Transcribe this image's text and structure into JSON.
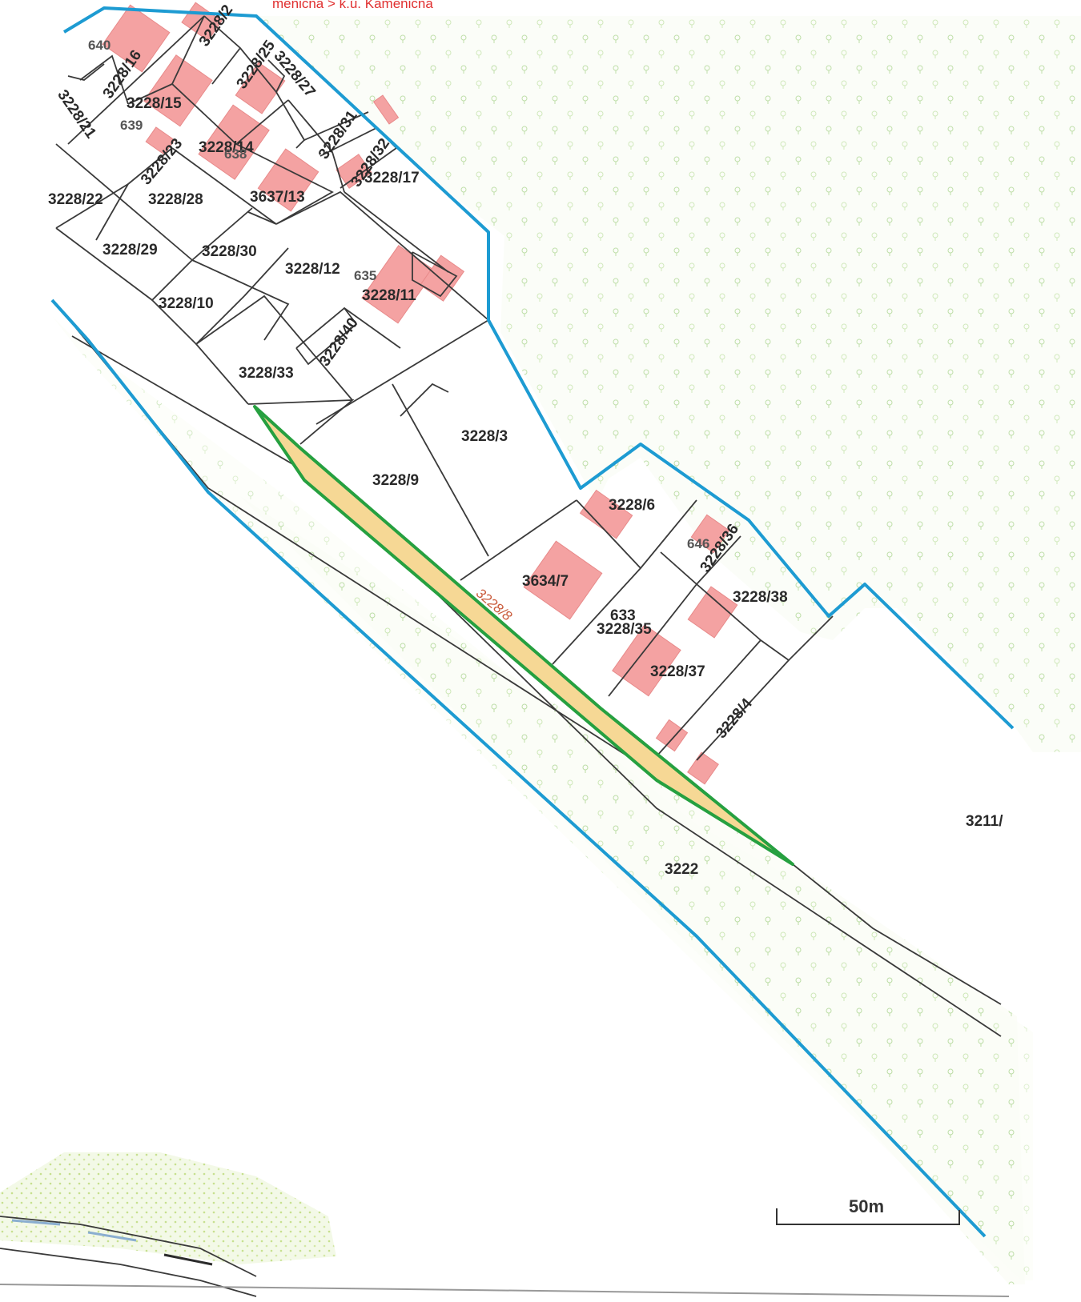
{
  "header": {
    "text": "menicna > k.ú. Kamenicna"
  },
  "parcels": [
    {
      "id": "p-3228-2",
      "label": "3228/2",
      "rot": -55
    },
    {
      "id": "p-640",
      "label": "640",
      "rot": 0
    },
    {
      "id": "p-3228-16",
      "label": "3228/16",
      "rot": -55
    },
    {
      "id": "p-3228-25",
      "label": "3228/25",
      "rot": -55
    },
    {
      "id": "p-3228-27",
      "label": "3228/27",
      "rot": 50
    },
    {
      "id": "p-3228-21",
      "label": "3228/21",
      "rot": 55
    },
    {
      "id": "p-3228-15",
      "label": "3228/15",
      "rot": 0
    },
    {
      "id": "p-639",
      "label": "639",
      "rot": 0
    },
    {
      "id": "p-3228-23",
      "label": "3228/23",
      "rot": -50
    },
    {
      "id": "p-3228-31",
      "label": "3228/31",
      "rot": -55
    },
    {
      "id": "p-3228-32",
      "label": "3228/32",
      "rot": -55
    },
    {
      "id": "p-3228-14",
      "label": "3228/14",
      "rot": 0
    },
    {
      "id": "p-638",
      "label": "638",
      "rot": 0
    },
    {
      "id": "p-3228-17",
      "label": "3228/17",
      "rot": 0
    },
    {
      "id": "p-3228-22",
      "label": "3228/22",
      "rot": 0
    },
    {
      "id": "p-3228-28",
      "label": "3228/28",
      "rot": 0
    },
    {
      "id": "p-3637-13",
      "label": "3637/13",
      "rot": 0
    },
    {
      "id": "p-3228-29",
      "label": "3228/29",
      "rot": 0
    },
    {
      "id": "p-3228-30",
      "label": "3228/30",
      "rot": 0
    },
    {
      "id": "p-3228-12",
      "label": "3228/12",
      "rot": 0
    },
    {
      "id": "p-635",
      "label": "635",
      "rot": 0
    },
    {
      "id": "p-3228-11",
      "label": "3228/11",
      "rot": 0
    },
    {
      "id": "p-3228-10",
      "label": "3228/10",
      "rot": 0
    },
    {
      "id": "p-3228-40",
      "label": "3228/40",
      "rot": -55
    },
    {
      "id": "p-3228-33",
      "label": "3228/33",
      "rot": 0
    },
    {
      "id": "p-3228-3",
      "label": "3228/3",
      "rot": 0
    },
    {
      "id": "p-3228-9",
      "label": "3228/9",
      "rot": 0
    },
    {
      "id": "p-3228-6",
      "label": "3228/6",
      "rot": 0
    },
    {
      "id": "p-646",
      "label": "646",
      "rot": 0
    },
    {
      "id": "p-3228-36",
      "label": "3228/36",
      "rot": -55
    },
    {
      "id": "p-3634-7",
      "label": "3634/7",
      "rot": 0
    },
    {
      "id": "p-3228-38",
      "label": "3228/38",
      "rot": 0
    },
    {
      "id": "p-633",
      "label": "633",
      "rot": 0
    },
    {
      "id": "p-3228-35",
      "label": "3228/35",
      "rot": 0
    },
    {
      "id": "p-3228-37",
      "label": "3228/37",
      "rot": 0
    },
    {
      "id": "p-3228-4",
      "label": "3228/4",
      "rot": -50
    },
    {
      "id": "p-3222",
      "label": "3222",
      "rot": 0
    },
    {
      "id": "p-3211",
      "label": "3211/",
      "rot": 0
    }
  ],
  "highlight": {
    "label": "3228/8",
    "fill": "#f6d895",
    "stroke": "#26a040"
  },
  "colors": {
    "boundary": "#1d9bd2",
    "building": "#f4a2a2",
    "forest": "#dff0d0"
  },
  "scale": {
    "label": "50m"
  }
}
